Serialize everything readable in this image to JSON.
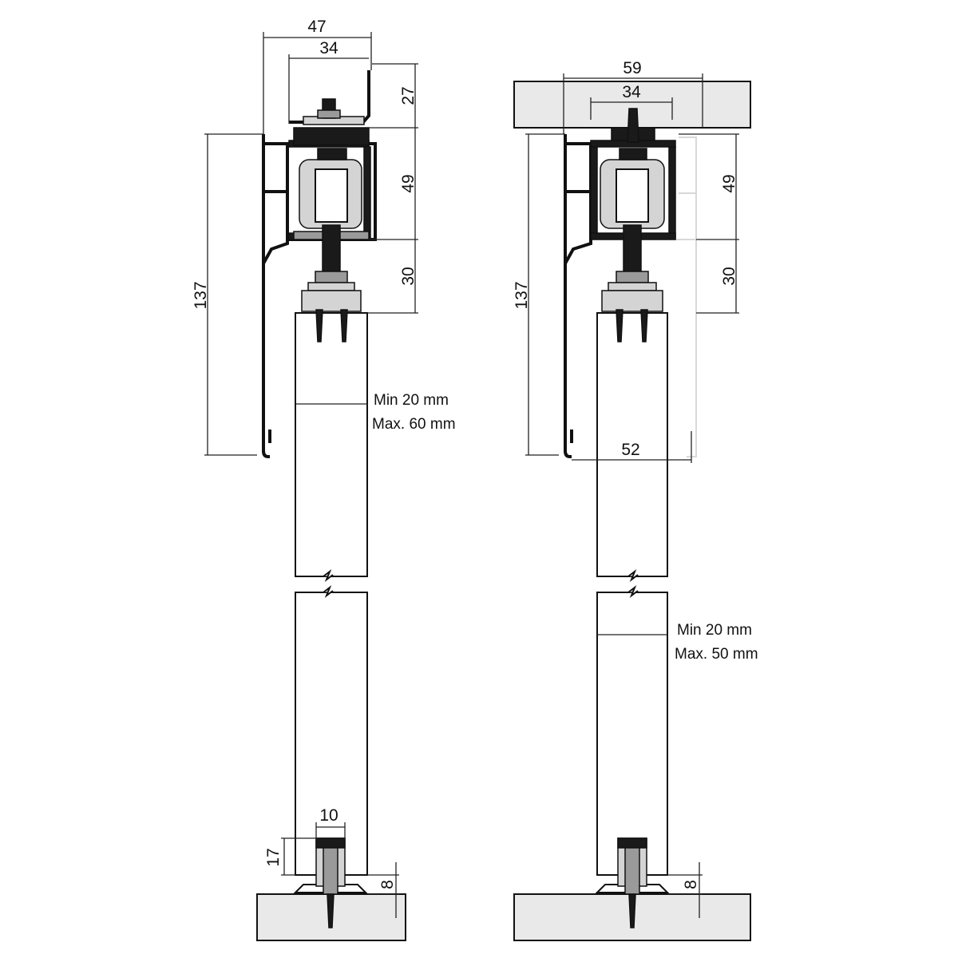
{
  "left": {
    "dims": {
      "w47": "47",
      "w34": "34",
      "h27": "27",
      "h49": "49",
      "h30": "30",
      "h137": "137",
      "w10": "10",
      "h17": "17",
      "h8": "8"
    },
    "note_line1": "Min 20 mm",
    "note_line2": "Max. 60 mm"
  },
  "right": {
    "dims": {
      "w59": "59",
      "w34": "34",
      "h49": "49",
      "h30": "30",
      "h137": "137",
      "w52": "52",
      "h8": "8"
    },
    "note_line1": "Min 20 mm",
    "note_line2": "Max. 50 mm"
  }
}
